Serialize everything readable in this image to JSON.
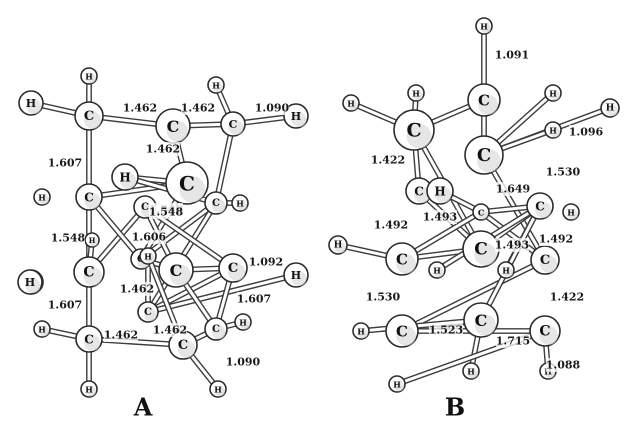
{
  "panels": [
    {
      "label": "A",
      "atoms": [
        {
          "el": "H"
        },
        {
          "el": "H"
        },
        {
          "el": "C"
        },
        {
          "el": "C"
        },
        {
          "el": "H"
        },
        {
          "el": "C"
        },
        {
          "el": "H"
        },
        {
          "el": "C"
        },
        {
          "el": "H"
        },
        {
          "el": "C"
        },
        {
          "el": "H"
        },
        {
          "el": "H"
        },
        {
          "el": "C"
        },
        {
          "el": "C"
        },
        {
          "el": "C"
        },
        {
          "el": "H"
        },
        {
          "el": "C"
        },
        {
          "el": "C"
        },
        {
          "el": "C"
        },
        {
          "el": "C"
        },
        {
          "el": "H"
        },
        {
          "el": "C"
        },
        {
          "el": "H"
        },
        {
          "el": "H"
        },
        {
          "el": "C"
        },
        {
          "el": "H"
        },
        {
          "el": "C"
        },
        {
          "el": "H"
        },
        {
          "el": "H"
        },
        {
          "el": "H"
        },
        {
          "el": "H"
        }
      ],
      "bonds": [
        [
          1,
          2
        ],
        [
          0,
          2
        ],
        [
          2,
          3
        ],
        [
          3,
          5
        ],
        [
          4,
          5
        ],
        [
          5,
          6
        ],
        [
          3,
          7
        ],
        [
          7,
          8
        ],
        [
          7,
          9
        ],
        [
          2,
          9
        ],
        [
          9,
          12
        ],
        [
          12,
          11
        ],
        [
          12,
          16
        ],
        [
          12,
          24
        ],
        [
          24,
          23
        ],
        [
          24,
          29
        ],
        [
          24,
          26
        ],
        [
          9,
          13
        ],
        [
          13,
          14
        ],
        [
          13,
          7
        ],
        [
          8,
          14
        ],
        [
          14,
          15
        ],
        [
          14,
          19
        ],
        [
          13,
          17
        ],
        [
          16,
          17
        ],
        [
          17,
          18
        ],
        [
          18,
          19
        ],
        [
          19,
          20
        ],
        [
          19,
          27
        ],
        [
          18,
          21
        ],
        [
          17,
          21
        ],
        [
          21,
          22
        ],
        [
          21,
          26
        ],
        [
          26,
          27
        ],
        [
          26,
          30
        ],
        [
          16,
          18
        ],
        [
          5,
          14
        ]
      ],
      "bond_labels": [
        "1.462",
        "1.462",
        "1.090",
        "1.462",
        "1.607",
        "1.548",
        "1.548",
        "1.548",
        "1.606",
        "1.092",
        "1.462",
        "1.607",
        "1.607",
        "1.462",
        "1.462",
        "1.090"
      ]
    },
    {
      "label": "B",
      "atoms": [
        {
          "el": "H"
        },
        {
          "el": "C"
        },
        {
          "el": "H"
        },
        {
          "el": "H"
        },
        {
          "el": "H"
        },
        {
          "el": "H"
        },
        {
          "el": "C"
        },
        {
          "el": "H"
        },
        {
          "el": "C"
        },
        {
          "el": "C"
        },
        {
          "el": "H"
        },
        {
          "el": "C"
        },
        {
          "el": "C"
        },
        {
          "el": "H"
        },
        {
          "el": "C"
        },
        {
          "el": "C"
        },
        {
          "el": "H"
        },
        {
          "el": "C"
        },
        {
          "el": "H"
        },
        {
          "el": "H"
        },
        {
          "el": "C"
        },
        {
          "el": "C"
        },
        {
          "el": "H"
        },
        {
          "el": "C"
        },
        {
          "el": "H"
        },
        {
          "el": "H"
        },
        {
          "el": "H"
        }
      ],
      "bonds": [
        [
          0,
          1
        ],
        [
          1,
          6
        ],
        [
          1,
          9
        ],
        [
          6,
          2
        ],
        [
          6,
          3
        ],
        [
          6,
          8
        ],
        [
          9,
          4
        ],
        [
          9,
          5
        ],
        [
          9,
          7
        ],
        [
          6,
          12
        ],
        [
          8,
          12
        ],
        [
          9,
          14
        ],
        [
          12,
          11
        ],
        [
          11,
          15
        ],
        [
          14,
          15
        ],
        [
          11,
          10
        ],
        [
          15,
          16
        ],
        [
          15,
          17
        ],
        [
          12,
          17
        ],
        [
          14,
          20
        ],
        [
          17,
          18
        ],
        [
          17,
          19
        ],
        [
          17,
          21
        ],
        [
          20,
          21
        ],
        [
          20,
          23
        ],
        [
          21,
          22
        ],
        [
          23,
          24
        ],
        [
          21,
          25
        ],
        [
          23,
          26
        ]
      ],
      "bond_labels": [
        "1.091",
        "1.096",
        "1.422",
        "1.530",
        "1.493",
        "1.649",
        "1.492",
        "1.493",
        "1.492",
        "1.530",
        "1.422",
        "1.523",
        "1.715",
        "1.088"
      ]
    }
  ]
}
